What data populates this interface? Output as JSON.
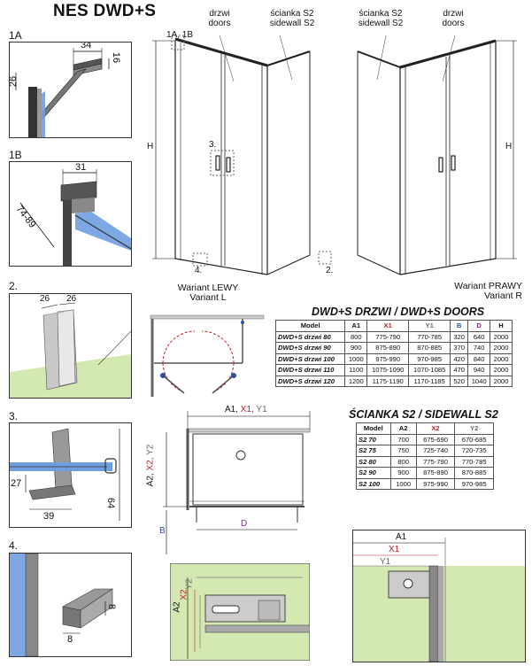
{
  "title": "NES DWD+S",
  "panels": {
    "p1a": {
      "label": "1A",
      "dim_width": "34",
      "dim_height": "16",
      "dim_side": "26"
    },
    "p1b": {
      "label": "1B",
      "dim_width": "31",
      "dim_range": "74-89"
    },
    "p2": {
      "label": "2.",
      "dim_a": "26",
      "dim_b": "26"
    },
    "p3": {
      "label": "3.",
      "dim_h": "27",
      "dim_w": "39",
      "dim_v": "64"
    },
    "p4": {
      "label": "4.",
      "dim_h": "8",
      "dim_w": "8"
    }
  },
  "left_view": {
    "marker_top": "1A, 1B",
    "doors_pl": "drzwi",
    "doors_en": "doors",
    "side_pl": "ścianka S2",
    "side_en": "sidewall S2",
    "height_label": "H",
    "marker_handle": "3.",
    "marker_bottom": "4.",
    "marker_corner": "2.",
    "variant_pl": "Wariant LEWY",
    "variant_en": "Variant L"
  },
  "right_view": {
    "doors_pl": "drzwi",
    "doors_en": "doors",
    "side_pl": "ścianka S2",
    "side_en": "sidewall S2",
    "height_label": "H",
    "variant_pl": "Wariant PRAWY",
    "variant_en": "Variant R"
  },
  "doors_table": {
    "title": "DWD+S DRZWI / DWD+S DOORS",
    "headers": [
      "Model",
      "A1",
      "X1",
      "Y1",
      "B",
      "D",
      "H"
    ],
    "rows": [
      [
        "DWD+S drzwi 80",
        "800",
        "775-790",
        "770-785",
        "320",
        "640",
        "2000"
      ],
      [
        "DWD+S drzwi 90",
        "900",
        "875-890",
        "870-885",
        "370",
        "740",
        "2000"
      ],
      [
        "DWD+S drzwi 100",
        "1000",
        "975-990",
        "970-985",
        "420",
        "840",
        "2000"
      ],
      [
        "DWD+S drzwi 110",
        "1100",
        "1075-1090",
        "1070-1085",
        "470",
        "940",
        "2000"
      ],
      [
        "DWD+S drzwi 120",
        "1200",
        "1175-1190",
        "1170-1185",
        "520",
        "1040",
        "2000"
      ]
    ]
  },
  "sidewall_table": {
    "title": "ŚCIANKA S2 / SIDEWALL S2",
    "headers": [
      "Model",
      "A2",
      "X2",
      "Y2"
    ],
    "rows": [
      [
        "S2 70",
        "700",
        "675-690",
        "670-685"
      ],
      [
        "S2 75",
        "750",
        "725-740",
        "720-735"
      ],
      [
        "S2 80",
        "800",
        "775-790",
        "770-785"
      ],
      [
        "S2 90",
        "900",
        "875-890",
        "870-885"
      ],
      [
        "S2 100",
        "1000",
        "975-990",
        "970-985"
      ]
    ]
  },
  "plan": {
    "top_a1": "A1,",
    "top_x1": "X1,",
    "top_y1": "Y1",
    "side_a2": "A2,",
    "side_x2": "X2,",
    "side_y2": "Y2",
    "label_b": "B",
    "label_d": "D"
  },
  "detail_left": {
    "a2": "A2",
    "x2": "X2",
    "y2": "Y2"
  },
  "detail_right": {
    "a1": "A1",
    "x1": "X1",
    "y1": "Y1"
  },
  "colors": {
    "glass": "#6f9fe0",
    "wall": "#d4e8b2",
    "x_dim": "#c0202a",
    "y_dim": "#6a6a6a",
    "b_dim": "#2a4fa0",
    "d_dim": "#8a1f8a"
  }
}
